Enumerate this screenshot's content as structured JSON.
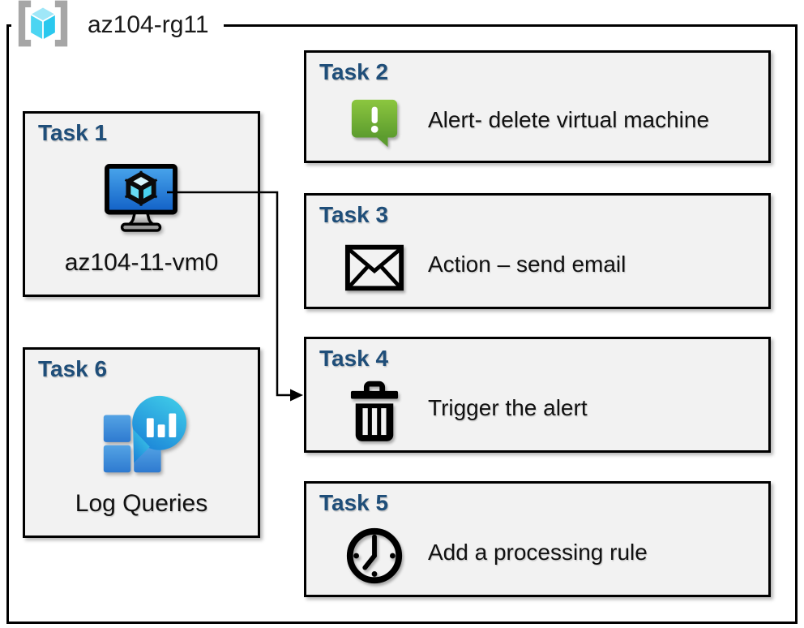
{
  "diagram": {
    "resource_group": {
      "label": "az104-rg11",
      "icon": "resource-group-icon"
    },
    "tasks": [
      {
        "title": "Task 1",
        "label": "az104-11-vm0",
        "icon": "virtual-machine-icon"
      },
      {
        "title": "Task 2",
        "label": "Alert- delete virtual machine",
        "icon": "alert-message-icon"
      },
      {
        "title": "Task 3",
        "label": "Action – send email",
        "icon": "email-envelope-icon"
      },
      {
        "title": "Task 4",
        "label": "Trigger the alert",
        "icon": "trash-delete-icon"
      },
      {
        "title": "Task 5",
        "label": "Add a processing rule",
        "icon": "clock-icon"
      },
      {
        "title": "Task 6",
        "label": "Log Queries",
        "icon": "log-queries-icon"
      }
    ],
    "connector": {
      "from": "Task 1 virtual machine",
      "to": "Task 4"
    },
    "colors": {
      "task_title_blue": "#1f4e79",
      "box_fill": "#f2f2f2",
      "box_border": "#000000",
      "alert_green_top": "#8cc63f",
      "alert_green_bottom": "#5c9c2e",
      "vm_screen_top": "#4aa6ec",
      "vm_screen_bottom": "#1160c6",
      "log_bubble_cyan": "#3fcbe8",
      "log_square_blue": "#2f7cd3",
      "rg_cube_cyan": "#4cd5f2",
      "rg_bracket_gray": "#a6a6a6"
    }
  }
}
